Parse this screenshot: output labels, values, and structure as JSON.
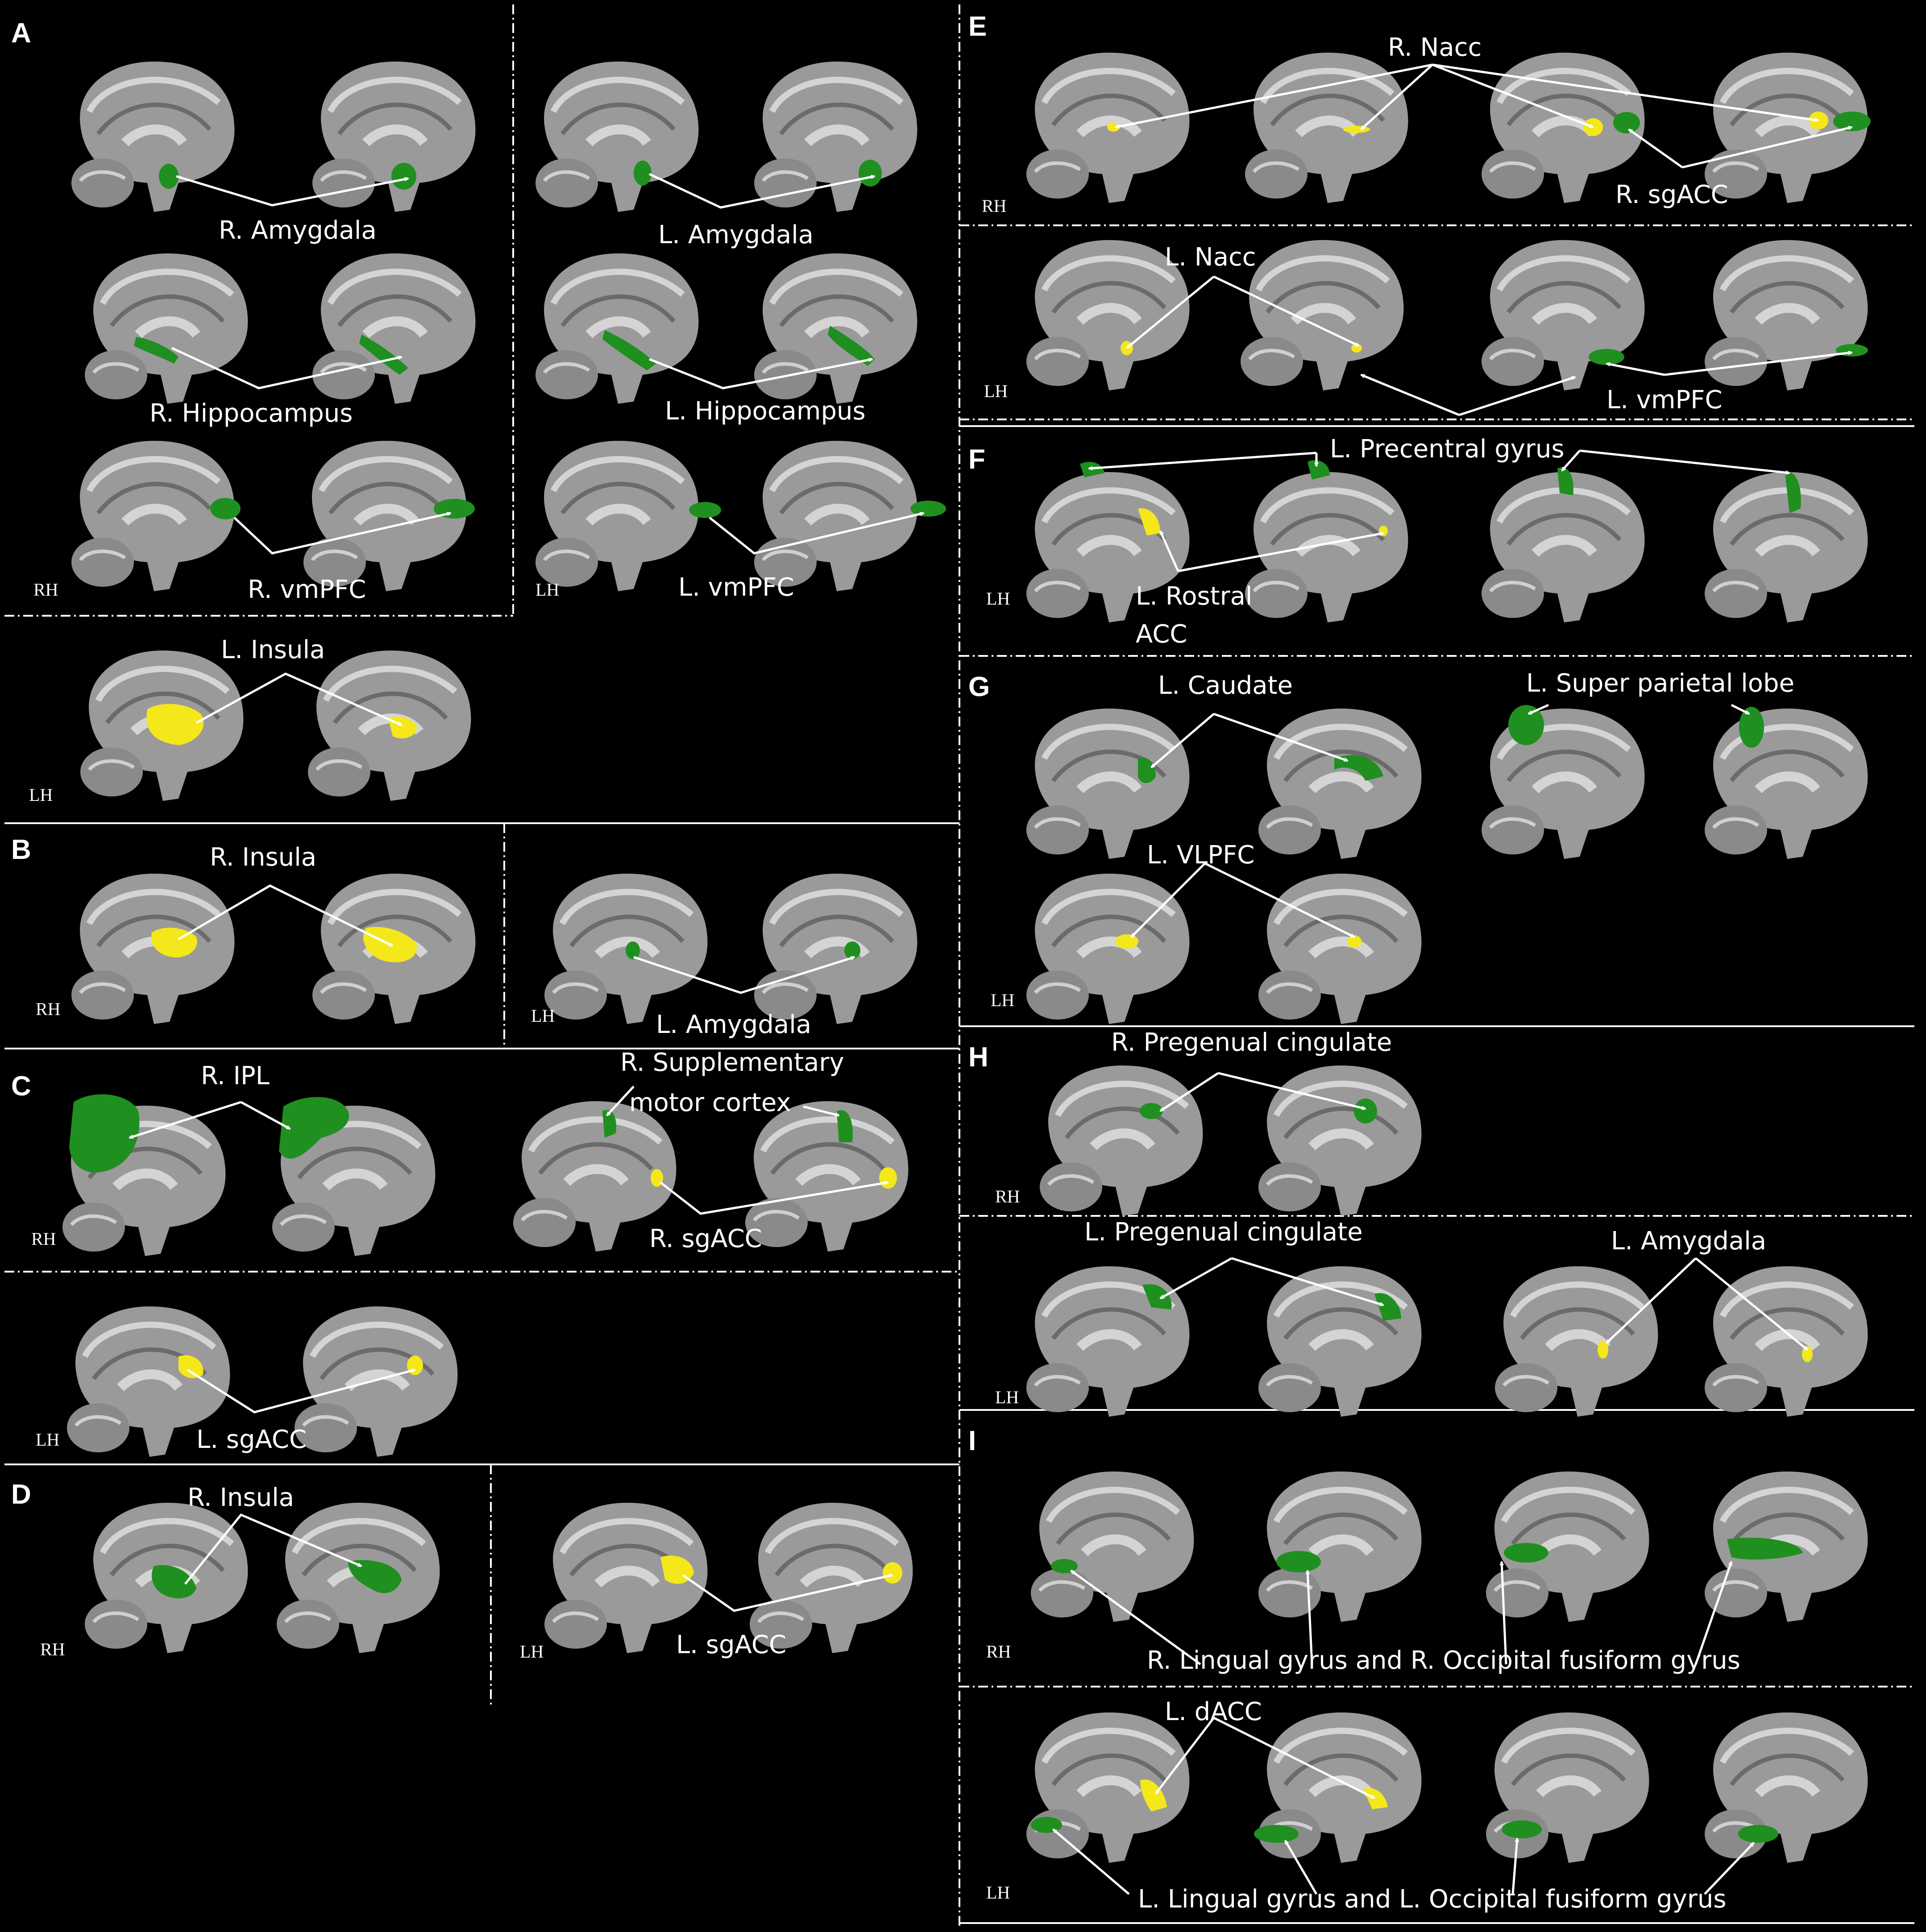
{
  "panels": {
    "A": {
      "letter": "A",
      "labels": [
        "R. Amygdala",
        "L. Amygdala",
        "R. Hippocampus",
        "L. Hippocampus",
        "R. vmPFC",
        "L. vmPFC",
        "L. Insula"
      ],
      "hemis": [
        "RH",
        "LH",
        "LH"
      ]
    },
    "B": {
      "letter": "B",
      "labels": [
        "R. Insula",
        "L. Amygdala"
      ],
      "hemis": [
        "RH",
        "LH"
      ]
    },
    "C": {
      "letter": "C",
      "labels": [
        "R. IPL",
        "R. Supplementary",
        "motor cortex",
        "R. sgACC",
        "L. sgACC"
      ],
      "hemis": [
        "RH",
        "LH"
      ]
    },
    "D": {
      "letter": "D",
      "labels": [
        "R. Insula",
        "L. sgACC"
      ],
      "hemis": [
        "RH",
        "LH"
      ]
    },
    "E": {
      "letter": "E",
      "labels": [
        "R. Nacc",
        "R. sgACC",
        "L. Nacc",
        "L. vmPFC"
      ],
      "hemis": [
        "RH",
        "LH"
      ]
    },
    "F": {
      "letter": "F",
      "labels": [
        "L. Precentral gyrus",
        "L. Rostral",
        "ACC"
      ],
      "hemis": [
        "LH"
      ]
    },
    "G": {
      "letter": "G",
      "labels": [
        "L. Caudate",
        "L. Super parietal lobe",
        "L. VLPFC"
      ],
      "hemis": [
        "LH"
      ]
    },
    "H": {
      "letter": "H",
      "labels": [
        "R. Pregenual cingulate",
        "L. Pregenual cingulate",
        "L. Amygdala"
      ],
      "hemis": [
        "RH",
        "LH"
      ]
    },
    "I": {
      "letter": "I",
      "labels": [
        "R. Lingual gyrus and R. Occipital fusiform gyrus",
        "L. dACC",
        "L. Lingual gyrus and L. Occipital fusiform gyrus"
      ],
      "hemis": [
        "RH",
        "LH"
      ]
    }
  },
  "colors": {
    "background": "#000000",
    "brain": "#9a9a9a",
    "green_region": "#1f8f1f",
    "yellow_region": "#f4e81a",
    "text": "#ffffff"
  }
}
